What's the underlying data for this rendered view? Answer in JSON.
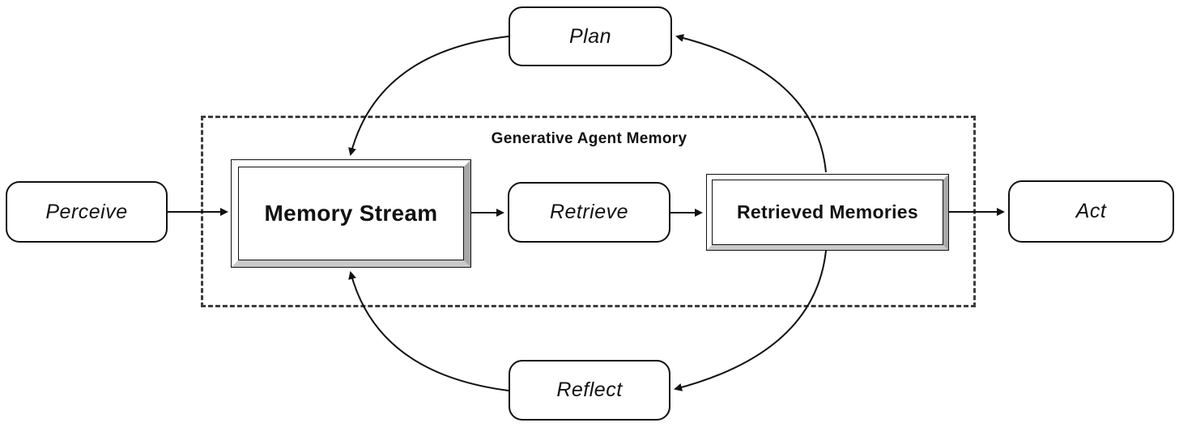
{
  "diagram": {
    "region_title": "Generative Agent Memory",
    "nodes": {
      "perceive": {
        "label": "Perceive",
        "style": "rounded"
      },
      "plan": {
        "label": "Plan",
        "style": "rounded"
      },
      "reflect": {
        "label": "Reflect",
        "style": "rounded"
      },
      "retrieve": {
        "label": "Retrieve",
        "style": "rounded"
      },
      "act": {
        "label": "Act",
        "style": "rounded"
      },
      "memory_stream": {
        "label": "Memory Stream",
        "style": "framed-bevel"
      },
      "retrieved_memories": {
        "label": "Retrieved Memories",
        "style": "framed-bevel"
      }
    },
    "edges": [
      {
        "from": "perceive",
        "to": "memory_stream",
        "shape": "straight"
      },
      {
        "from": "memory_stream",
        "to": "retrieve",
        "shape": "straight"
      },
      {
        "from": "retrieve",
        "to": "retrieved_memories",
        "shape": "straight"
      },
      {
        "from": "retrieved_memories",
        "to": "act",
        "shape": "straight"
      },
      {
        "from": "plan",
        "to": "memory_stream",
        "shape": "curved"
      },
      {
        "from": "retrieved_memories",
        "to": "plan",
        "shape": "curved"
      },
      {
        "from": "reflect",
        "to": "memory_stream",
        "shape": "curved"
      },
      {
        "from": "retrieved_memories",
        "to": "reflect",
        "shape": "curved"
      }
    ],
    "colors": {
      "stroke": "#111111",
      "background": "#ffffff",
      "dashed_border": "#3d3d3d",
      "bevel_top": "#ffffff",
      "bevel_left": "#fdfdfd",
      "bevel_right": "#a8a8a8",
      "bevel_bottom": "#c9c9c9"
    }
  }
}
